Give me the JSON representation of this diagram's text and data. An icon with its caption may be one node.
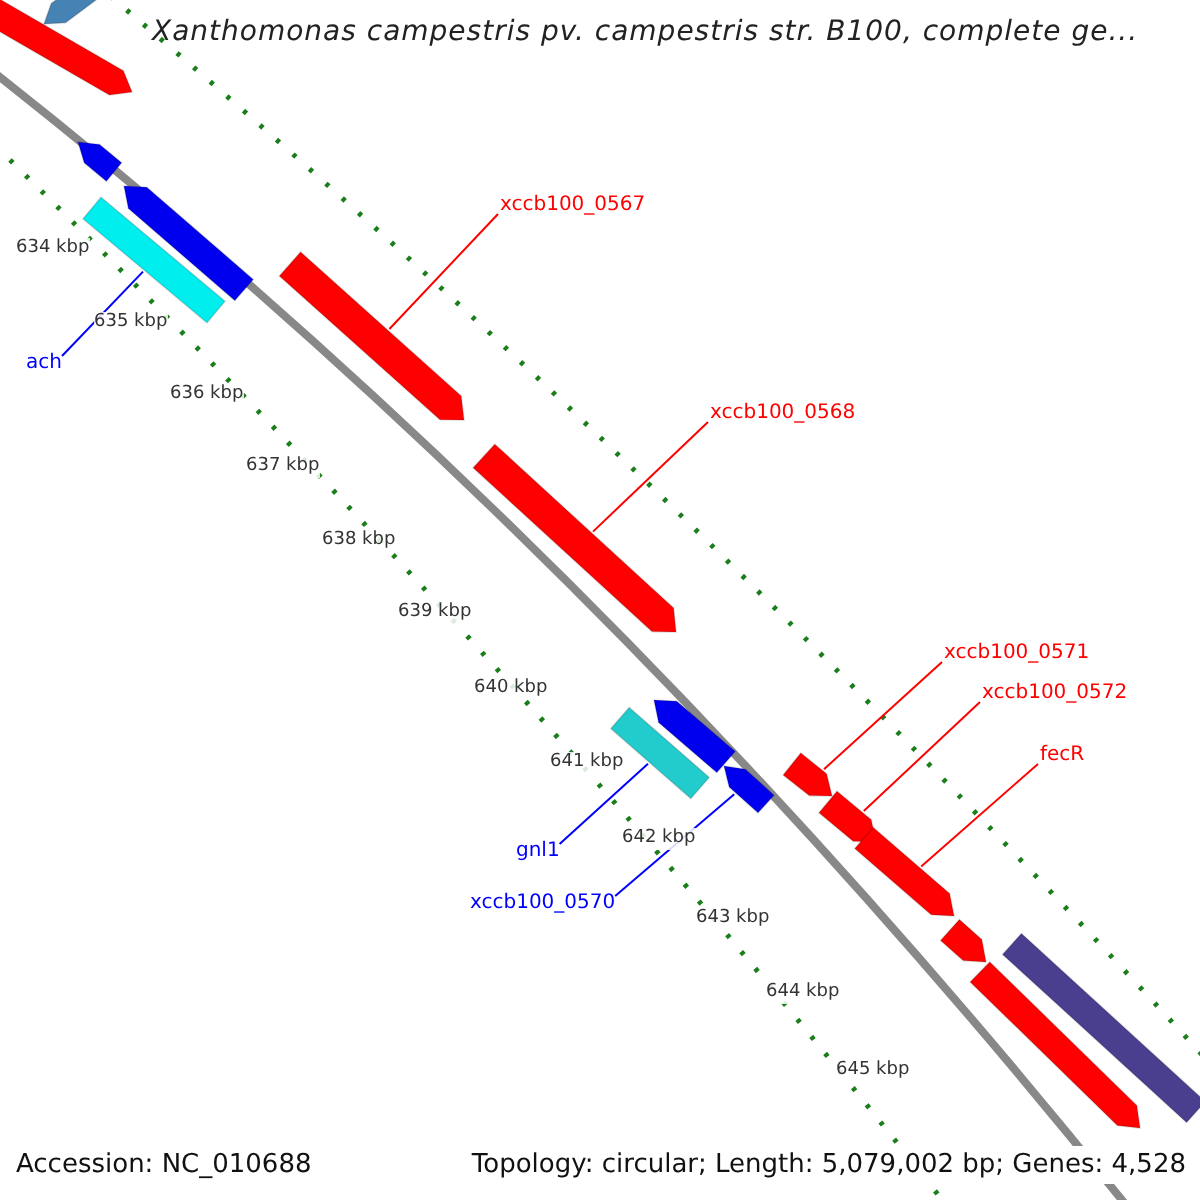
{
  "diagram": {
    "title": "Xanthomonas campestris pv. campestris str. B100, complete ge...",
    "nodes": [
      {
        "text": [],
        "shape": "arrow"
      },
      {
        "text": [],
        "shape": "arrow"
      },
      {
        "text": [],
        "shape": "arrow"
      },
      {
        "text": [
          "xccb100_0567"
        ]
      },
      {
        "text": [],
        "shape": "arrow"
      },
      {
        "text": [],
        "shape": "bar"
      },
      {
        "text": [],
        "shape": "arrow"
      },
      {
        "text": [
          "ach"
        ]
      },
      {
        "text": [
          "xccb100_0568"
        ]
      },
      {
        "text": [],
        "shape": "arrow"
      },
      {
        "text": [
          "xccb100_0571"
        ]
      },
      {
        "text": [
          "xccb100_0572"
        ]
      },
      {
        "text": [],
        "shape": "arrow"
      },
      {
        "text": [],
        "shape": "bar"
      },
      {
        "text": [],
        "shape": "arrow"
      },
      {
        "text": [],
        "shape": "arrow"
      },
      {
        "text": [
          "fecR"
        ]
      },
      {
        "text": [],
        "shape": "arrow"
      },
      {
        "text": [
          "gnl1"
        ]
      },
      {
        "text": [],
        "shape": "arrow"
      },
      {
        "text": [
          "xccb100_0570"
        ]
      },
      {
        "text": [],
        "shape": "arrow"
      },
      {
        "text": [],
        "shape": "bar"
      },
      {
        "text": [],
        "shape": "arrow"
      }
    ],
    "edges": [
      {
        "from": 3,
        "to": 6,
        "arrow": "none"
      },
      {
        "from": 8,
        "to": 9,
        "arrow": "none"
      },
      {
        "from": 7,
        "to": 5,
        "arrow": "none",
        "color": "#0000ff"
      },
      {
        "from": 10,
        "to": 15,
        "arrow": "none"
      },
      {
        "from": 11,
        "to": 17,
        "arrow": "none"
      },
      {
        "from": 16,
        "to": 19,
        "arrow": "none"
      },
      {
        "from": 18,
        "to": 13,
        "arrow": "none",
        "color": "#0000ff"
      },
      {
        "from": 20,
        "to": 14,
        "arrow": "none",
        "color": "#0000ff"
      }
    ],
    "labels": [
      "634 kbp",
      "635 kbp",
      "636 kbp",
      "637 kbp",
      "638 kbp",
      "639 kbp",
      "640 kbp",
      "641 kbp",
      "642 kbp",
      "643 kbp",
      "644 kbp",
      "645 kbp",
      "Accession: NC_010688",
      "Topology: circular; Length: 5,079,002 bp; Genes: 4,528"
    ]
  }
}
